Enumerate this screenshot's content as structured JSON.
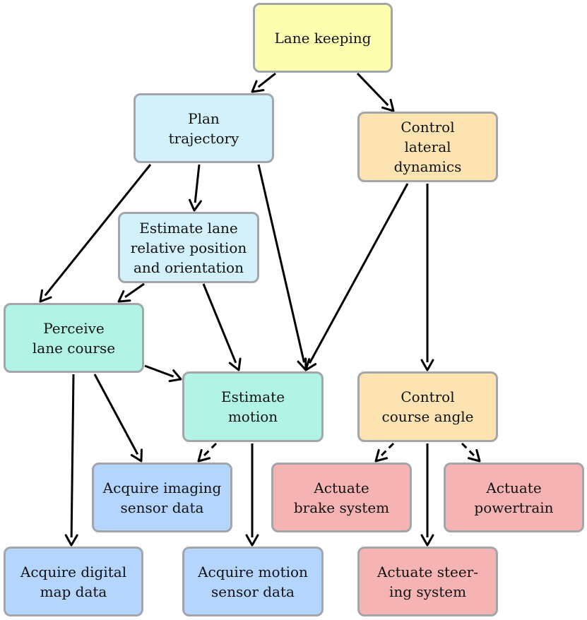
{
  "colors": {
    "goal": "#fefeb1",
    "plan": "#d3f1fb",
    "control": "#fde3b1",
    "estimate": "#b1f3e4",
    "acquire": "#b3d5fe",
    "actuate": "#f5b3b3",
    "border": "#a2a6ab",
    "arrow": "#000000"
  },
  "nodes": {
    "lane_keeping": {
      "label": "Lane keeping"
    },
    "plan_trajectory": {
      "label": "Plan\ntrajectory"
    },
    "control_lateral": {
      "label": "Control\nlateral\ndynamics"
    },
    "estimate_lane": {
      "label": "Estimate lane\nrelative position\nand orientation"
    },
    "perceive_lane": {
      "label": "Perceive\nlane course"
    },
    "estimate_motion": {
      "label": "Estimate\nmotion"
    },
    "control_course": {
      "label": "Control\ncourse angle"
    },
    "acquire_imaging": {
      "label": "Acquire imaging\nsensor data"
    },
    "actuate_brake": {
      "label": "Actuate\nbrake system"
    },
    "actuate_powertrain": {
      "label": "Actuate\npowertrain"
    },
    "acquire_map": {
      "label": "Acquire digital\nmap data"
    },
    "acquire_motion": {
      "label": "Acquire motion\nsensor data"
    },
    "actuate_steering": {
      "label": "Actuate steer-\ning system"
    }
  },
  "edges": [
    {
      "from": "lane_keeping",
      "to": "plan_trajectory",
      "style": "solid"
    },
    {
      "from": "lane_keeping",
      "to": "control_lateral",
      "style": "solid"
    },
    {
      "from": "plan_trajectory",
      "to": "estimate_lane",
      "style": "solid"
    },
    {
      "from": "plan_trajectory",
      "to": "perceive_lane",
      "style": "solid"
    },
    {
      "from": "plan_trajectory",
      "to": "estimate_motion",
      "style": "solid"
    },
    {
      "from": "control_lateral",
      "to": "estimate_motion",
      "style": "solid"
    },
    {
      "from": "control_lateral",
      "to": "control_course",
      "style": "solid"
    },
    {
      "from": "estimate_lane",
      "to": "perceive_lane",
      "style": "solid"
    },
    {
      "from": "estimate_lane",
      "to": "estimate_motion",
      "style": "solid"
    },
    {
      "from": "perceive_lane",
      "to": "estimate_motion",
      "style": "solid"
    },
    {
      "from": "perceive_lane",
      "to": "acquire_imaging",
      "style": "solid"
    },
    {
      "from": "perceive_lane",
      "to": "acquire_map",
      "style": "solid"
    },
    {
      "from": "estimate_motion",
      "to": "acquire_imaging",
      "style": "dashed"
    },
    {
      "from": "estimate_motion",
      "to": "acquire_motion",
      "style": "solid"
    },
    {
      "from": "control_course",
      "to": "actuate_brake",
      "style": "dashed"
    },
    {
      "from": "control_course",
      "to": "actuate_powertrain",
      "style": "dashed"
    },
    {
      "from": "control_course",
      "to": "actuate_steering",
      "style": "solid"
    }
  ]
}
